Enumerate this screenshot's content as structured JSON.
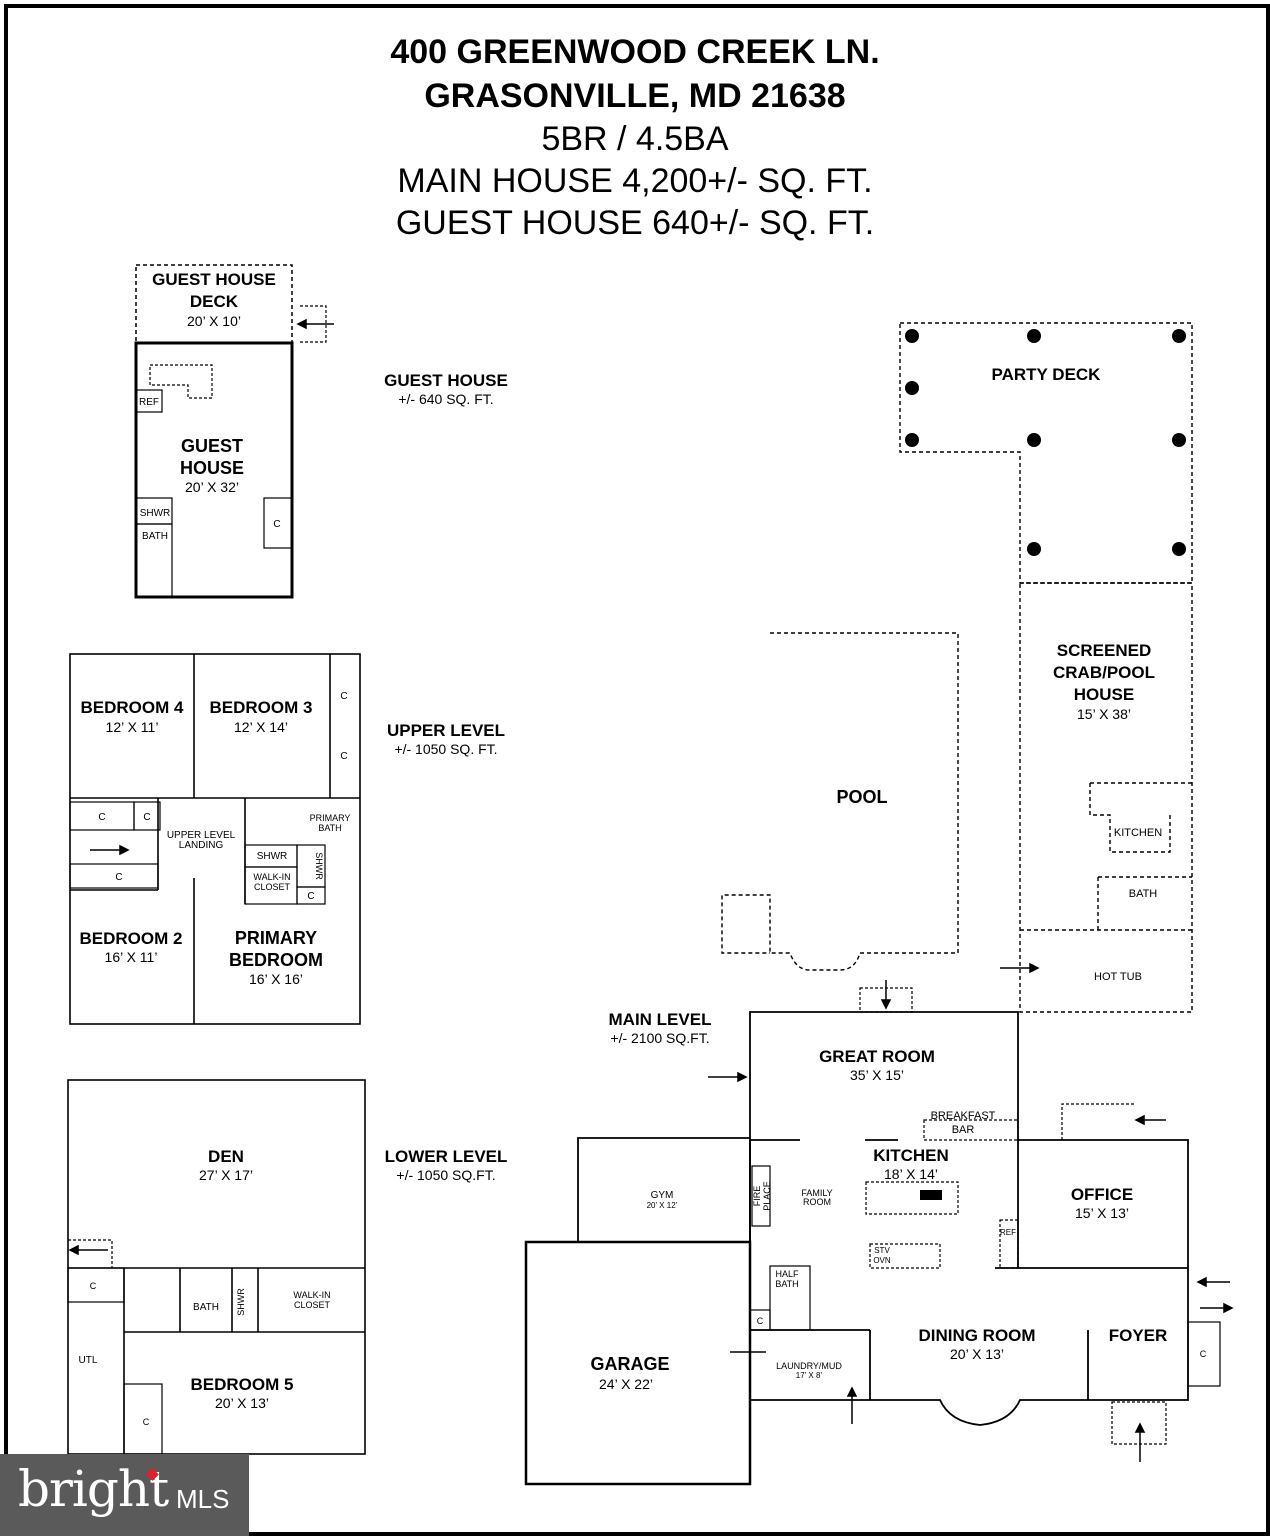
{
  "header": {
    "line1": "400 GREENWOOD CREEK LN.",
    "line2": "GRASONVILLE, MD 21638",
    "line3": "5BR / 4.5BA",
    "line4": "MAIN HOUSE 4,200+/- SQ. FT.",
    "line5": "GUEST HOUSE 640+/- SQ. FT."
  },
  "levels": {
    "guest": {
      "name": "GUEST HOUSE",
      "area": "+/- 640 SQ. FT."
    },
    "upper": {
      "name": "UPPER LEVEL",
      "area": "+/- 1050 SQ. FT."
    },
    "main": {
      "name": "MAIN LEVEL",
      "area": "+/- 2100 SQ.FT."
    },
    "lower": {
      "name": "LOWER LEVEL",
      "area": "+/- 1050 SQ.FT."
    }
  },
  "rooms": {
    "guest_deck": {
      "name1": "GUEST HOUSE",
      "name2": "DECK",
      "dim": "20’ X 10’"
    },
    "guest_house": {
      "name1": "GUEST",
      "name2": "HOUSE",
      "dim": "20’ X 32’"
    },
    "guest_ref": "REF",
    "guest_shwr": "SHWR",
    "guest_bath": "BATH",
    "guest_c": "C",
    "bedroom4": {
      "name": "BEDROOM 4",
      "dim": "12’ X 11’"
    },
    "bedroom3": {
      "name": "BEDROOM 3",
      "dim": "12’ X 14’"
    },
    "bedroom2": {
      "name": "BEDROOM 2",
      "dim": "16’ X 11’"
    },
    "primary_bedroom": {
      "name1": "PRIMARY",
      "name2": "BEDROOM",
      "dim": "16’ X 16’"
    },
    "upper_landing": {
      "name1": "UPPER LEVEL",
      "name2": "LANDING"
    },
    "primary_bath": {
      "name1": "PRIMARY",
      "name2": "BATH"
    },
    "upper_shwr": "SHWR",
    "upper_shwr2": "SHWR",
    "walkin_closet": {
      "name1": "WALK-IN",
      "name2": "CLOSET"
    },
    "closet_c": "C",
    "party_deck": {
      "name": "PARTY DECK"
    },
    "pool": {
      "name": "POOL"
    },
    "crab_house": {
      "name1": "SCREENED",
      "name2": "CRAB/POOL",
      "name3": "HOUSE",
      "dim": "15’ X 38’"
    },
    "crab_kitchen": "KITCHEN",
    "crab_bath": "BATH",
    "hot_tub": "HOT TUB",
    "great_room": {
      "name": "GREAT ROOM",
      "dim": "35’ X 15’"
    },
    "breakfast_bar": {
      "name1": "BREAKFAST",
      "name2": "BAR"
    },
    "kitchen": {
      "name": "KITCHEN",
      "dim": "18’ X 14’"
    },
    "family_room": {
      "name1": "FAMILY",
      "name2": "ROOM"
    },
    "fireplace": {
      "name1": "FIRE",
      "name2": "PLACE"
    },
    "stv_ovn": {
      "name1": "STV",
      "name2": "OVN"
    },
    "ref_main": "REF",
    "office": {
      "name": "OFFICE",
      "dim": "15’ X 13’"
    },
    "gym": {
      "name": "GYM",
      "dim": "20’ X 12’"
    },
    "garage": {
      "name": "GARAGE",
      "dim": "24’ X 22’"
    },
    "half_bath": {
      "name1": "HALF",
      "name2": "BATH"
    },
    "laundry": {
      "name": "LAUNDRY/MUD",
      "dim": "17’ X 8’"
    },
    "dining_room": {
      "name": "DINING ROOM",
      "dim": "20’ X 13’"
    },
    "foyer": {
      "name": "FOYER"
    },
    "den": {
      "name": "DEN",
      "dim": "27’ X 17’"
    },
    "lower_bath": "BATH",
    "lower_shwr": "SHWR",
    "lower_closet": {
      "name1": "WALK-IN",
      "name2": "CLOSET"
    },
    "utl": "UTL",
    "bedroom5": {
      "name": "BEDROOM 5",
      "dim": "20’ X 13’"
    }
  },
  "logo": {
    "word": "bright",
    "suffix": "MLS"
  }
}
